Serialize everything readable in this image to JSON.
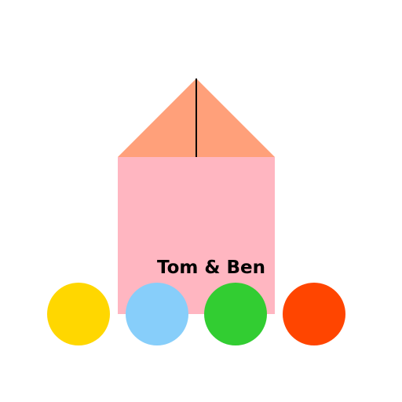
{
  "caption": {
    "text": "Tom & Ben"
  },
  "house": {
    "roof_color": "#FFA07A",
    "wall_color": "#FFB6C1",
    "roof_line_color": "#000000"
  },
  "balls": [
    {
      "name": "yellow-ball",
      "color": "#FFD700"
    },
    {
      "name": "light-blue-ball",
      "color": "#87CEFA"
    },
    {
      "name": "green-ball",
      "color": "#32CD32"
    },
    {
      "name": "orange-red-ball",
      "color": "#FF4500"
    }
  ],
  "background_color": "#FFFFFF"
}
